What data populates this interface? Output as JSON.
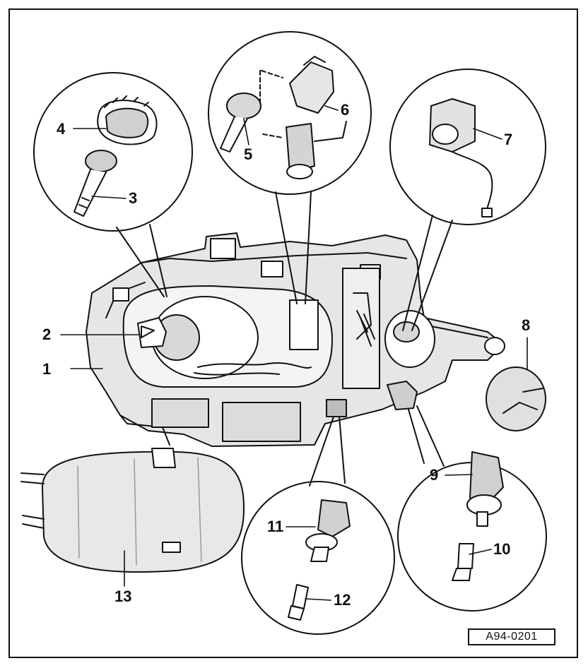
{
  "callouts": {
    "c1": "1",
    "c2": "2",
    "c3": "3",
    "c4": "4",
    "c5": "5",
    "c6": "6",
    "c7": "7",
    "c8": "8",
    "c9": "9",
    "c10": "10",
    "c11": "11",
    "c12": "12",
    "c13": "13"
  },
  "reference": "A94-0201",
  "colors": {
    "ink": "#111111",
    "paper": "#ffffff",
    "shade": "#d9d9d9"
  }
}
